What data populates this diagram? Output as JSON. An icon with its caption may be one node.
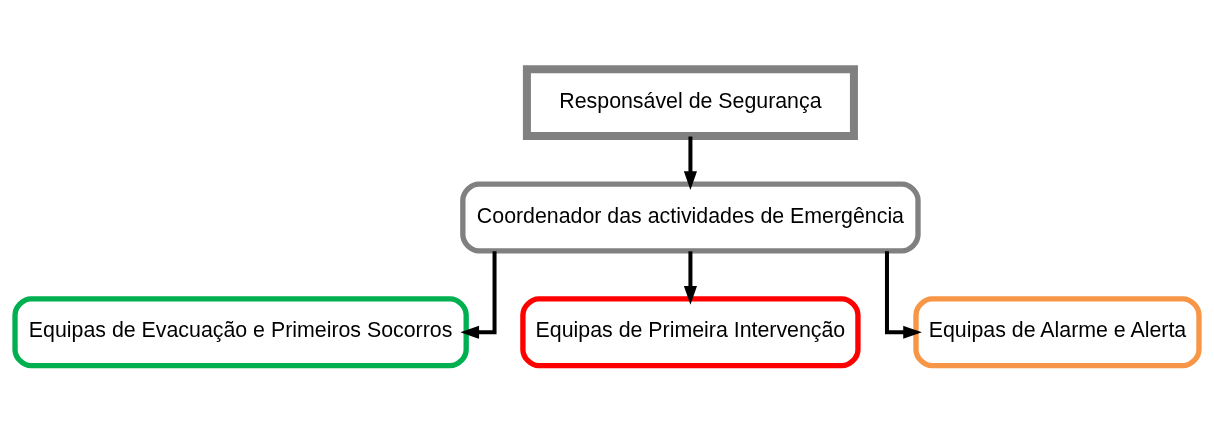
{
  "diagram": {
    "nodes": [
      {
        "text": [
          "Responsável de Segurança"
        ]
      },
      {
        "text": [
          "Coordenador das actividades de Emergência"
        ]
      },
      {
        "text": [
          "Equipas de Evacuação e Primeiros Socorros"
        ]
      },
      {
        "text": [
          "Equipas de Primeira Intervenção"
        ]
      },
      {
        "text": [
          "Equipas de Alarme e Alerta"
        ]
      }
    ],
    "edges": [
      {
        "from": 0,
        "to": 1,
        "arrow": "to"
      },
      {
        "from": 1,
        "to": 2,
        "arrow": "to"
      },
      {
        "from": 1,
        "to": 3,
        "arrow": "to"
      },
      {
        "from": 1,
        "to": 4,
        "arrow": "to"
      }
    ]
  }
}
